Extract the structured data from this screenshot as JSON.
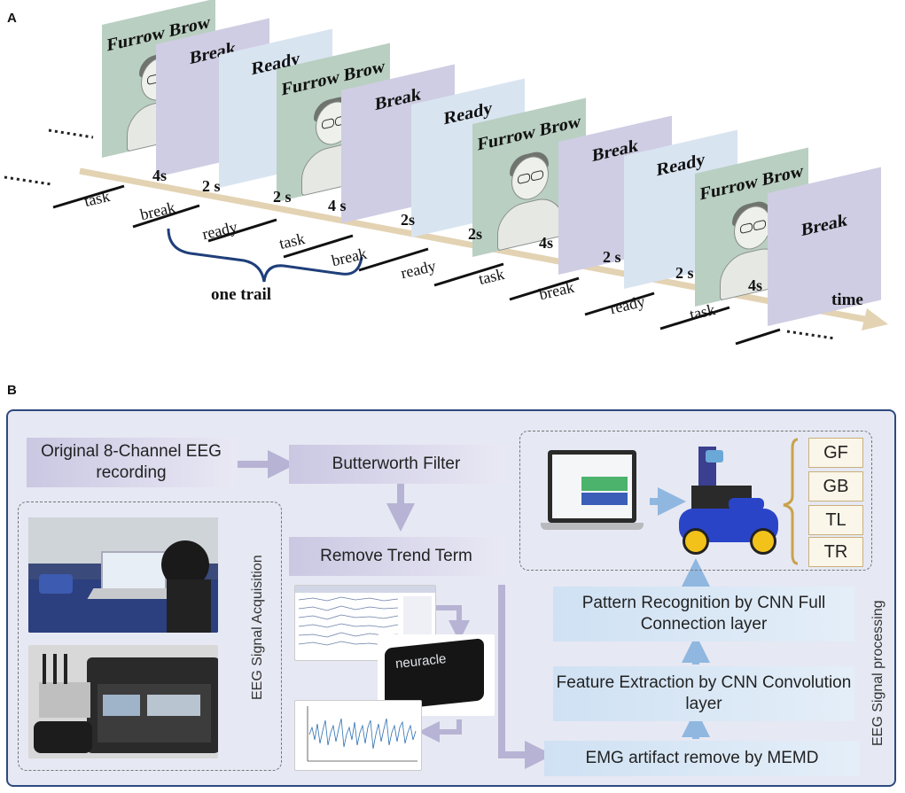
{
  "panelA": {
    "letter": "A",
    "cards": [
      "Furrow Brow",
      "Break",
      "Ready",
      "Furrow Brow",
      "Break",
      "Ready",
      "Furrow Brow",
      "Break",
      "Ready",
      "Furrow Brow",
      "Break"
    ],
    "segments": [
      "task",
      "break",
      "ready",
      "task",
      "break",
      "ready",
      "task",
      "break",
      "ready",
      "task"
    ],
    "durations": [
      "4s",
      "2 s",
      "2 s",
      "4 s",
      "2s",
      "2s",
      "4s",
      "2 s",
      "2 s",
      "4s"
    ],
    "brace_label": "one trail",
    "axis_label": "time"
  },
  "panelB": {
    "letter": "B",
    "boxes": {
      "original": "Original 8-Channel EEG recording",
      "butterworth": "Butterworth Filter",
      "trend": "Remove Trend Term",
      "pattern": "Pattern Recognition by CNN Full Connection layer",
      "feature": "Feature Extraction by CNN Convolution layer",
      "emg": "EMG artifact remove by MEMD"
    },
    "acquisition_label": "EEG Signal Acquisition",
    "processing_label": "EEG Signal processing",
    "device_brand": "neuracle",
    "classes": [
      "GF",
      "GB",
      "TL",
      "TR"
    ]
  }
}
